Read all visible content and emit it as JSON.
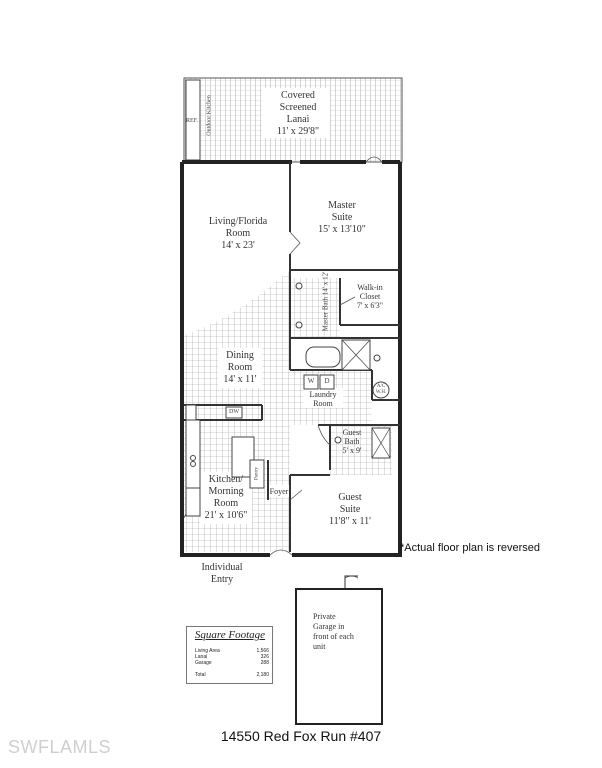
{
  "rooms": {
    "lanai": [
      "Covered",
      "Screened",
      "Lanai",
      "11' x 29'8\""
    ],
    "outdoor_kitchen": "Outdoor Kitchen",
    "master": [
      "Master",
      "Suite",
      "15' x 13'10\""
    ],
    "living": [
      "Living/Florida",
      "Room",
      "14' x 23'"
    ],
    "master_bath": [
      "Master Bath",
      "14' x 12'"
    ],
    "closet": [
      "Walk-in",
      "Closet",
      "7' x 6'3\""
    ],
    "dining": [
      "Dining",
      "Room",
      "14' x 11'"
    ],
    "laundry": [
      "Laundry",
      "Room"
    ],
    "washer": "W",
    "dryer": "D",
    "ac": [
      "A/C",
      "W.H."
    ],
    "guest_bath": [
      "Guest",
      "Bath",
      "5' x 9'"
    ],
    "kitchen": [
      "Kitchen/",
      "Morning",
      "Room",
      "21' x 10'6\""
    ],
    "foyer": "Foyer",
    "guest_suite": [
      "Guest",
      "Suite",
      "11'8\" x 11'"
    ],
    "dw": "DW",
    "ref": "REF.",
    "pantry": "Pantry",
    "entry": [
      "Individual",
      "Entry"
    ],
    "garage": [
      "Private",
      "Garage in",
      "front of each",
      "unit"
    ]
  },
  "note": "*Actual floor plan is reversed",
  "square_footage": {
    "title": "Square Footage",
    "rows": [
      {
        "label": "Living Area",
        "value": "1,566"
      },
      {
        "label": "Lanai",
        "value": "326"
      },
      {
        "label": "Garage",
        "value": "288"
      },
      {
        "label": "Total",
        "value": "2,180"
      }
    ]
  },
  "footer": "14550 Red Fox Run #407",
  "watermark": "SWFLAMLS"
}
